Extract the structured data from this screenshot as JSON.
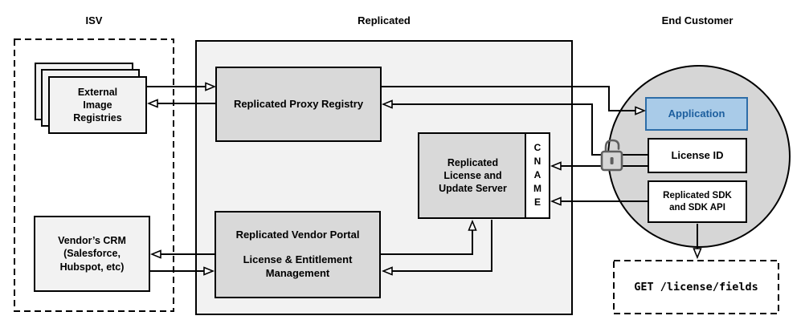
{
  "sections": {
    "isv": {
      "label": "ISV"
    },
    "replicated": {
      "label": "Replicated"
    },
    "end_customer": {
      "label": "End Customer"
    }
  },
  "boxes": {
    "external_registries": {
      "lines": [
        "External",
        "Image",
        "Registries"
      ]
    },
    "vendor_crm": {
      "lines": [
        "Vendor’s CRM",
        "(Salesforce,",
        "Hubspot, etc)"
      ]
    },
    "proxy_registry": {
      "label": "Replicated Proxy Registry"
    },
    "license_update_server": {
      "lines": [
        "Replicated",
        "License and",
        "Update Server"
      ]
    },
    "cname": {
      "label": "CNAME"
    },
    "vendor_portal": {
      "title": "Replicated Vendor Portal",
      "subtitle_lines": [
        "License & Entitlement",
        "Management"
      ]
    },
    "application": {
      "label": "Application"
    },
    "license_id": {
      "label": "License ID"
    },
    "replicated_sdk": {
      "lines": [
        "Replicated SDK",
        "and SDK API"
      ]
    },
    "get_endpoint": {
      "label": "GET /license/fields"
    }
  },
  "icons": {
    "lock": "open-padlock-icon"
  },
  "colors": {
    "accent_blue_fill": "#a9cbe8",
    "accent_blue_border": "#2d6da8",
    "accent_blue_text": "#1c5e9e",
    "inner_box_gray": "#d9d9d9",
    "container_gray": "#f2f2f2",
    "circle_gray": "#d6d6d6",
    "line_color": "#000000"
  }
}
